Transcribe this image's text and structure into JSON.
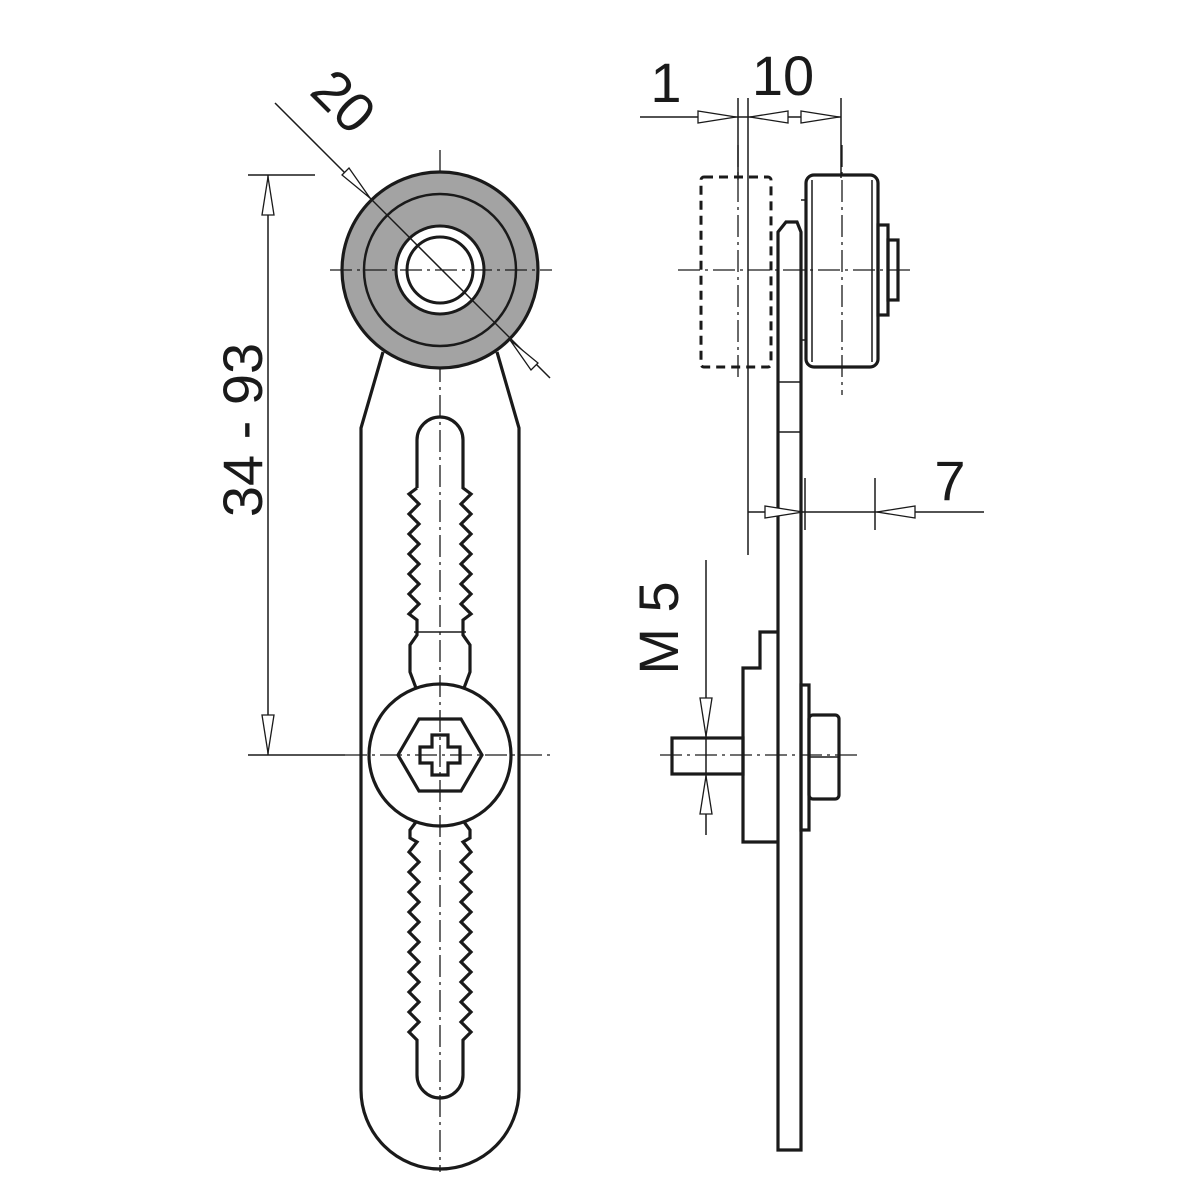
{
  "drawing": {
    "dimensions": {
      "roller_diameter": "20",
      "lever_length_range": "34 - 93",
      "offset_small": "1",
      "roller_width": "10",
      "lever_thickness": "7",
      "thread": "M 5"
    },
    "colors": {
      "line": "#1a1a1a",
      "roller_fill": "#a3a3a3",
      "background": "#ffffff"
    }
  }
}
